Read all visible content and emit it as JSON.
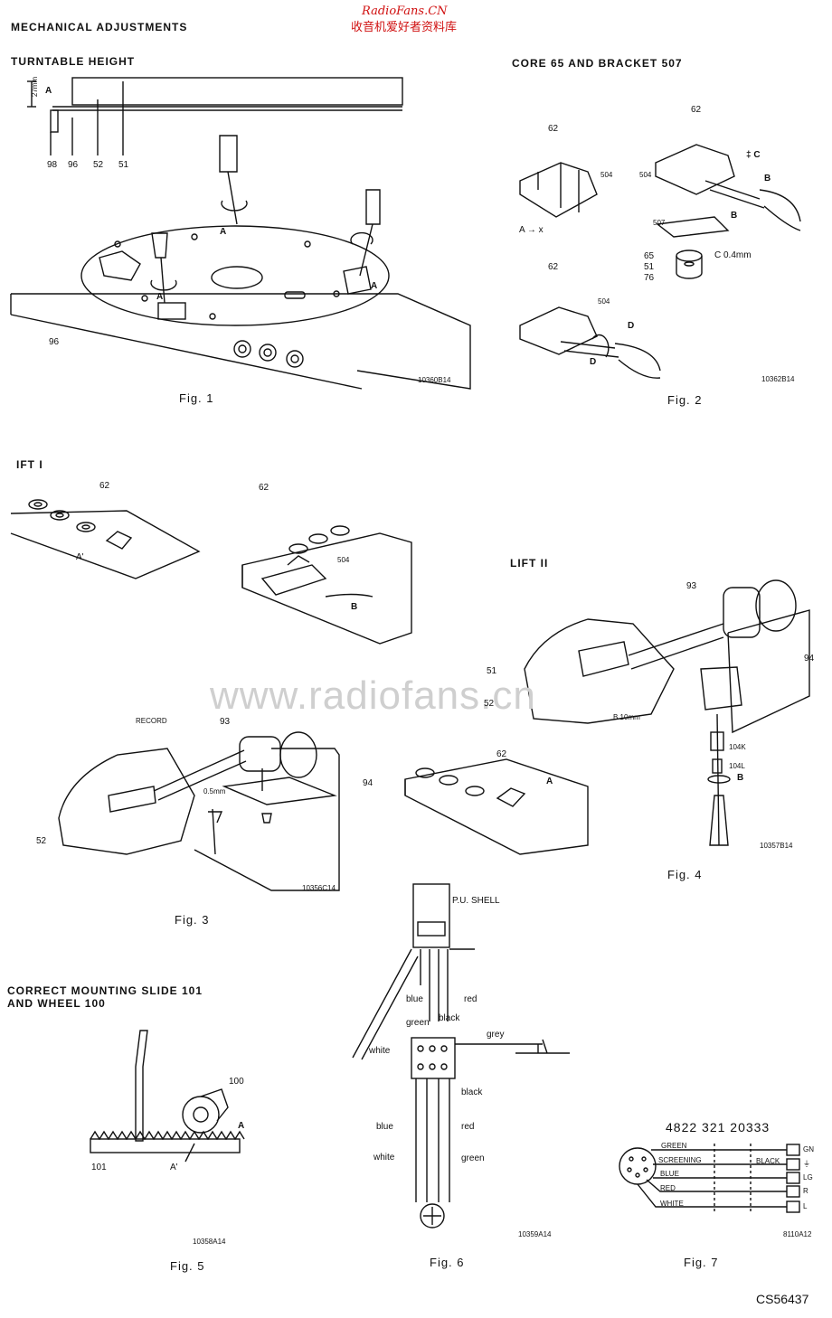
{
  "header": {
    "title": "MECHANICAL ADJUSTMENTS",
    "site": "RadioFans.CN",
    "site_cn": "收音机爱好者资料库"
  },
  "watermark": "www.radiofans.cn",
  "sections": {
    "turntable_height": "TURNTABLE HEIGHT",
    "core_bracket": "CORE 65 AND BRACKET 507",
    "lift1": "IFT I",
    "lift2": "LIFT II",
    "mounting_line1": "CORRECT MOUNTING SLIDE 101",
    "mounting_line2": "AND WHEEL 100"
  },
  "figures": {
    "f1": "Fig. 1",
    "f2": "Fig. 2",
    "f3": "Fig. 3",
    "f4": "Fig. 4",
    "f5": "Fig. 5",
    "f6": "Fig. 6",
    "f7": "Fig. 7"
  },
  "drawing_codes": {
    "f1": "10360B14",
    "f2": "10362B14",
    "f3": "10356C14",
    "f4": "10357B14",
    "f5": "10358A14",
    "f6": "10359A14",
    "f7": "8110A12"
  },
  "fig1_labels": {
    "dim": "27mm",
    "a": "A",
    "n98": "98",
    "n96": "96",
    "n52": "52",
    "n51": "51",
    "a2": "A",
    "a3": "A",
    "a4": "A",
    "n96b": "96"
  },
  "fig2_labels": {
    "n62a": "62",
    "n504a": "504",
    "ax": "A → x",
    "n62b": "62",
    "n504b": "504",
    "c": "‡ C",
    "b1": "B",
    "b2": "B",
    "n507": "507",
    "n65": "65",
    "n51": "51",
    "n76": "76",
    "c04": "C 0.4mm",
    "n62c": "62",
    "n504c": "504",
    "d1": "D",
    "d2": "D"
  },
  "fig3_labels": {
    "n62a": "62",
    "aprime": "A'",
    "n62b": "62",
    "n504": "504",
    "b": "B",
    "record": "RECORD",
    "n93": "93",
    "n94": "94",
    "n52": "52",
    "gap": "0.5mm"
  },
  "fig4_labels": {
    "n93": "93",
    "n51": "51",
    "n52": "52",
    "n94": "94",
    "b10": "B 10mm",
    "n104k": "104K",
    "n104l": "104L",
    "b": "B",
    "n62": "62",
    "a": "A"
  },
  "fig5_labels": {
    "n100": "100",
    "a": "A",
    "n101": "101",
    "aprime": "A'"
  },
  "fig6_labels": {
    "pu_shell": "P.U. SHELL",
    "blue": "blue",
    "red": "red",
    "green": "green",
    "black": "black",
    "grey": "grey",
    "white": "white",
    "black2": "black",
    "blue2": "blue",
    "red2": "red",
    "white2": "white",
    "green2": "green"
  },
  "fig7_labels": {
    "part_no": "4822 321 20333",
    "green": "GREEN",
    "screening": "SCREENING",
    "blue": "BLUE",
    "red": "RED",
    "white": "WHITE",
    "black": "BLACK",
    "gn": "GN",
    "gnd": "⏚",
    "lg": "LG",
    "r": "R",
    "l": "L"
  },
  "footer": {
    "code": "CS56437"
  }
}
